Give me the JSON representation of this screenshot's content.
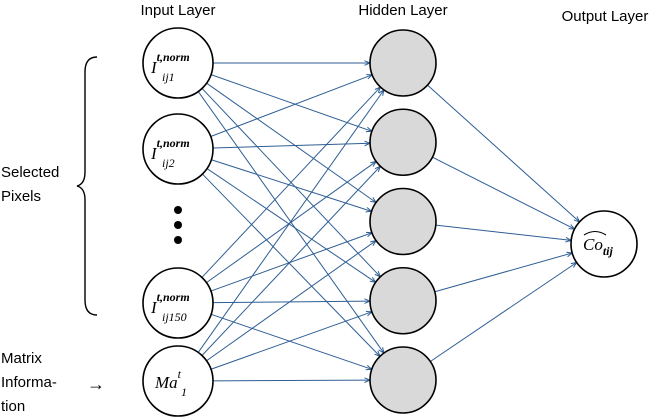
{
  "titles": {
    "input": "Input Layer",
    "hidden": "Hidden Layer",
    "output": "Output Layer"
  },
  "side_labels": {
    "selected_line1": "Selected",
    "selected_line2": "Pixels",
    "matrix_line1": "Matrix",
    "matrix_line2": "Informa-",
    "matrix_line3": "tion",
    "arrow": "→"
  },
  "input_nodes": [
    {
      "base": "I",
      "sup": "t,norm",
      "sub": "ij1"
    },
    {
      "base": "I",
      "sup": "t,norm",
      "sub": "ij2"
    },
    {
      "base": "I",
      "sup": "t,norm",
      "sub": "ij150"
    },
    {
      "base": "Ma",
      "sup": "t",
      "sub": "1"
    }
  ],
  "hidden_node_count": 5,
  "output_node": {
    "hat": "Co",
    "sub": "tij"
  },
  "colors": {
    "edge": "#2e5e94",
    "hidden_fill": "#d9d9d9",
    "node_stroke": "#000000"
  }
}
